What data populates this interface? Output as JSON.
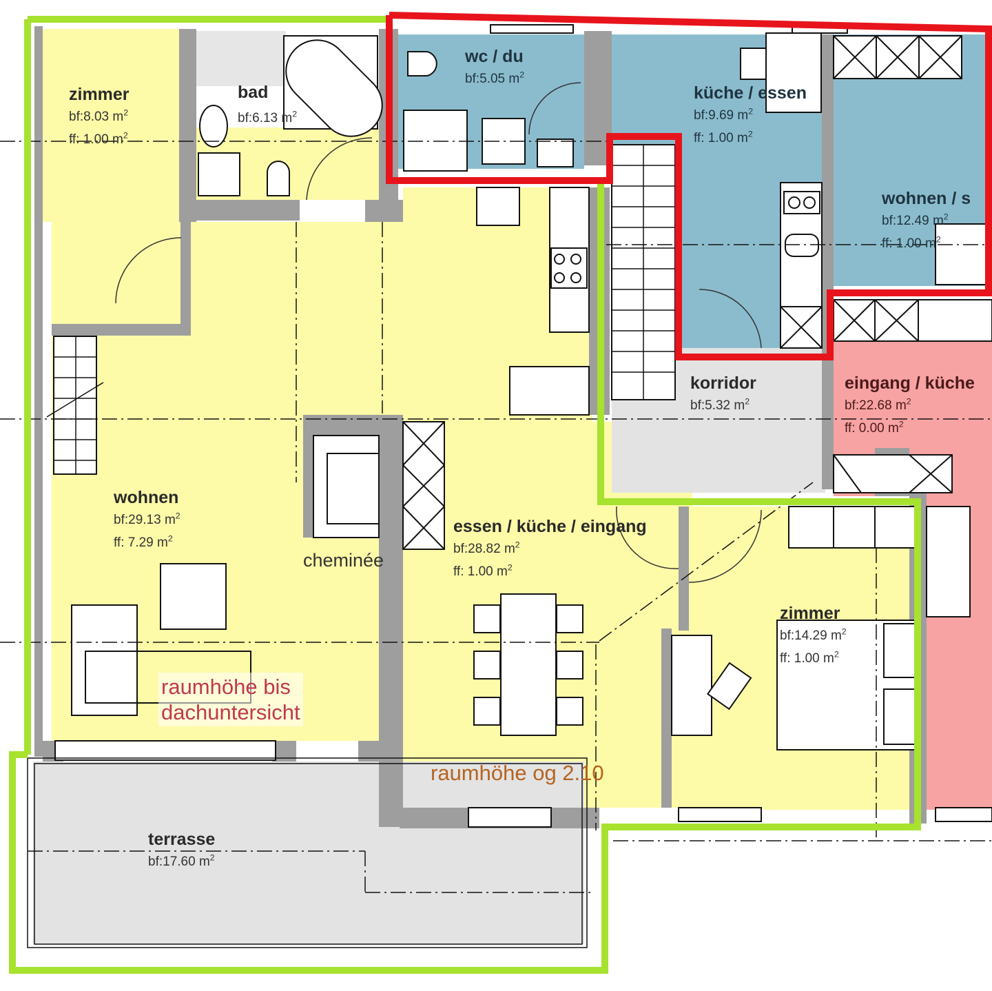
{
  "plan": {
    "type": "floor plan",
    "colors": {
      "yellow_unit": "#fdfaa8",
      "blue_unit": "#8bbccd",
      "pink_unit": "#f8a3a3",
      "gray_area": "#e3e3e3",
      "wall": "#9e9e9e",
      "green_outline": "#a6e22e",
      "red_outline": "#e8141c"
    },
    "unit_unit": "m²",
    "rooms": [
      {
        "id": "zimmer-1",
        "name": "zimmer",
        "bf": "bf:8.03 m",
        "ff": "ff: 1.00 m",
        "zone": "yellow"
      },
      {
        "id": "bad",
        "name": "bad",
        "bf": "bf:6.13 m",
        "zone": "yellow"
      },
      {
        "id": "wc-du",
        "name": "wc / du",
        "bf": "bf:5.05 m",
        "zone": "blue"
      },
      {
        "id": "kueche-essen",
        "name": "küche / essen",
        "bf": "bf:9.69 m",
        "ff": "ff: 1.00 m",
        "zone": "blue"
      },
      {
        "id": "wohnen-schlafen",
        "name": "wohnen / s",
        "bf": "bf:12.49 m",
        "ff": "ff:   1.00 m",
        "zone": "blue"
      },
      {
        "id": "korridor",
        "name": "korridor",
        "bf": "bf:5.32 m",
        "zone": "gray"
      },
      {
        "id": "eingang-kueche",
        "name": "eingang / küche",
        "bf": "bf:22.68 m",
        "ff": "ff:   0.00 m",
        "zone": "pink"
      },
      {
        "id": "wohnen",
        "name": "wohnen",
        "bf": "bf:29.13 m",
        "ff": "ff:   7.29 m",
        "zone": "yellow"
      },
      {
        "id": "cheminee",
        "name": "cheminée",
        "zone": "yellow"
      },
      {
        "id": "essen-kueche-eingang",
        "name": "essen / küche / eingang",
        "bf": "bf:28.82 m",
        "ff": "ff:   1.00 m",
        "zone": "yellow"
      },
      {
        "id": "zimmer-2",
        "name": "zimmer",
        "bf": "bf:14.29 m",
        "ff": "ff:   1.00 m",
        "zone": "yellow"
      },
      {
        "id": "terrasse",
        "name": "terrasse",
        "bf": "bf:17.60 m",
        "zone": "gray"
      }
    ],
    "notes": {
      "raumhoehe_dach_line1": "raumhöhe bis",
      "raumhoehe_dach_line2": "dachuntersicht",
      "raumhoehe_og": "raumhöhe og 2.10"
    },
    "sup": "2"
  }
}
